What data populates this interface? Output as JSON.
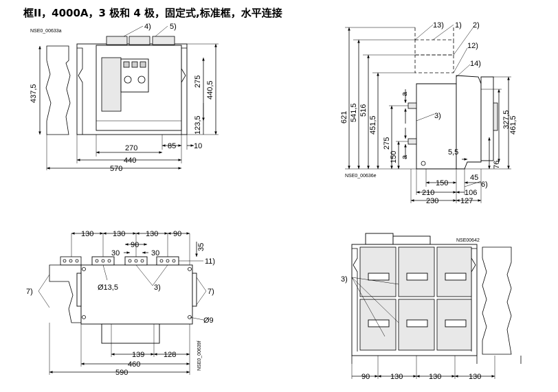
{
  "title": "框II，4000A，3 极和 4 极，固定式,标准框，水平连接",
  "views": {
    "front": {
      "code": "NSE0_00633a",
      "callouts": [
        "4)",
        "5)"
      ],
      "dims": [
        "437,5",
        "275",
        "440,5",
        "123,5",
        "270",
        "85",
        "10",
        "440",
        "570"
      ]
    },
    "side": {
      "code": "NSE0_00636e",
      "callouts": [
        "13)",
        "1)",
        "2)",
        "12)",
        "14)",
        "3)",
        "6)"
      ],
      "dims": [
        "621",
        "541,5",
        "516",
        "451,5",
        "275",
        "150",
        "a",
        "a",
        "327,5",
        "461,5",
        "5,5",
        "76",
        "150",
        "45",
        "210",
        "106",
        "230",
        "127"
      ]
    },
    "top": {
      "code": "NSE0_00639f",
      "callouts": [
        "11)",
        "7)",
        "7)",
        "3)"
      ],
      "dims": [
        "130",
        "130",
        "130",
        "90",
        "90",
        "30",
        "30",
        "35",
        "Ø13,5",
        "Ø9",
        "139",
        "128",
        "460",
        "590"
      ]
    },
    "rear": {
      "code": "NSE00642",
      "callouts": [
        "3)"
      ],
      "dims": [
        "90",
        "130",
        "130",
        "130"
      ]
    }
  }
}
